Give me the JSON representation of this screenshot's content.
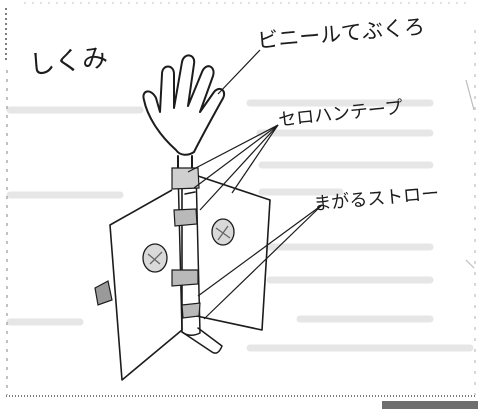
{
  "title": "しくみ",
  "labels": {
    "glove": "ビニールてぶくろ",
    "tape": "セロハンテープ",
    "straw": "まがるストロー"
  },
  "colors": {
    "ink": "#1c1c1c",
    "paper": "#ffffff",
    "ghost_text": "#e4e4e4"
  }
}
